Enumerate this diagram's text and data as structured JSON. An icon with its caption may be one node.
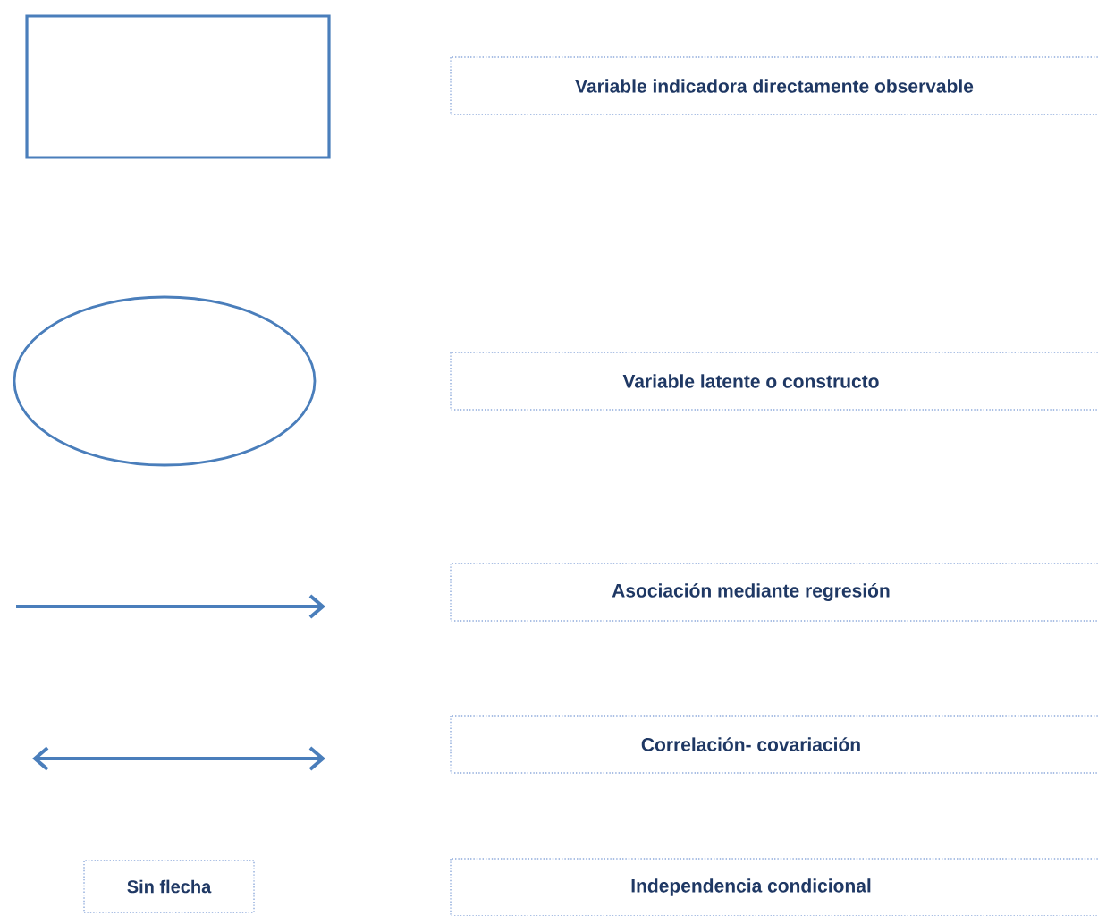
{
  "diagram": {
    "nodes": [
      {
        "text": [],
        "shape": "box"
      },
      {
        "text": [],
        "shape": "ellipse"
      }
    ],
    "legend": [
      {
        "text": "Variable indicadora directamente observable"
      },
      {
        "text": "Variable latente o constructo"
      },
      {
        "text": "Asociación mediante regresión"
      },
      {
        "text": "Correlación- covariación"
      },
      {
        "text": "Independencia condicional"
      }
    ],
    "labels": [
      "Sin flecha"
    ]
  }
}
